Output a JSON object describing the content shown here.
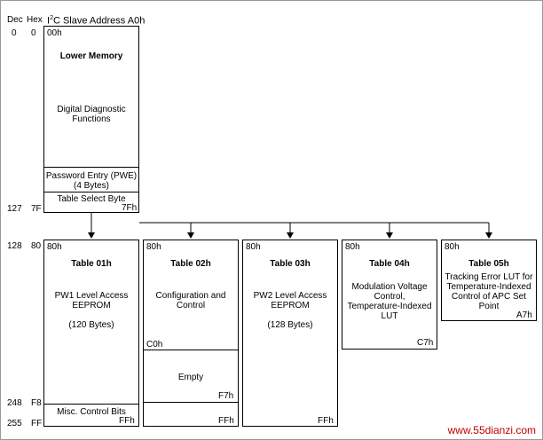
{
  "header": {
    "dec": "Dec",
    "hex": "Hex",
    "title_prefix": "I",
    "title_sup": "2",
    "title_rest": "C Slave Address A0h"
  },
  "addresses": {
    "row0_dec": "0",
    "row0_hex": "0",
    "row127_dec": "127",
    "row127_hex": "7F",
    "row128_dec": "128",
    "row128_hex": "80",
    "row248_dec": "248",
    "row248_hex": "F8",
    "row255_dec": "255",
    "row255_hex": "FF"
  },
  "lower": {
    "start": "00h",
    "title": "Lower Memory",
    "ddf": "Digital Diagnostic\nFunctions",
    "pwe": "Password Entry (PWE)\n(4 Bytes)",
    "tsb": "Table Select Byte",
    "tsb_addr": "7Fh"
  },
  "tables": {
    "t1": {
      "start": "80h",
      "title": "Table 01h",
      "desc": "PW1 Level Access\nEEPROM",
      "size": "(120 Bytes)",
      "misc": "Misc. Control Bits",
      "end": "FFh"
    },
    "t2": {
      "start": "80h",
      "title": "Table 02h",
      "desc": "Configuration and\nControl",
      "mid": "C0h",
      "empty": "Empty",
      "mid2": "F7h",
      "end": "FFh"
    },
    "t3": {
      "start": "80h",
      "title": "Table 03h",
      "desc": "PW2 Level Access\nEEPROM",
      "size": "(128 Bytes)",
      "end": "FFh"
    },
    "t4": {
      "start": "80h",
      "title": "Table 04h",
      "desc": "Modulation Voltage\nControl,\nTemperature-Indexed\nLUT",
      "end": "C7h"
    },
    "t5": {
      "start": "80h",
      "title": "Table 05h",
      "desc": "Tracking Error LUT for\nTemperature-Indexed\nControl of APC Set\nPoint",
      "end": "A7h"
    }
  },
  "watermark": "www.55dianzi.com",
  "colors": {
    "line": "#000000",
    "watermark": "#c00000"
  }
}
